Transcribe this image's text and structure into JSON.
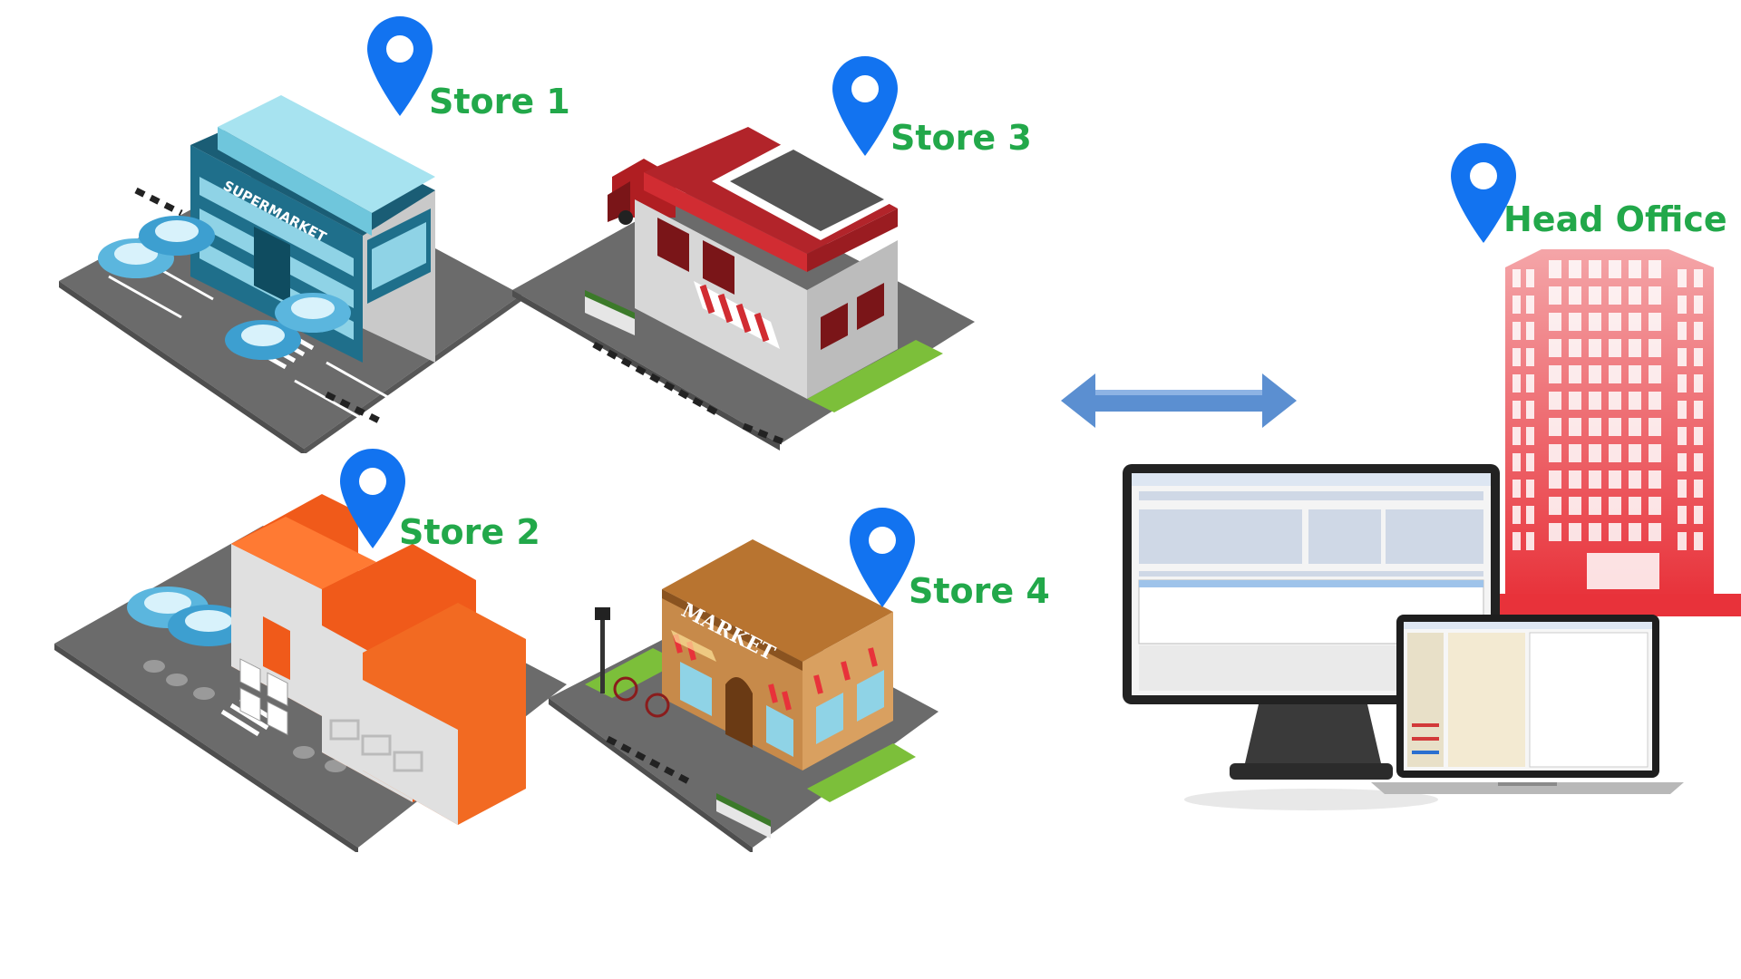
{
  "stores": [
    {
      "label": "Store 1",
      "sign": "SUPERMARKET"
    },
    {
      "label": "Store 2"
    },
    {
      "label": "Store 3"
    },
    {
      "label": "Store 4",
      "sign": "MARKET"
    }
  ],
  "head_office": {
    "label": "Head Office"
  },
  "colors": {
    "label_green": "#22a84a",
    "pin_blue": "#1273f0",
    "arrow_blue": "#5b8fd1",
    "ground": "#6b6b6b",
    "office_red": "#e8323a"
  },
  "icons": [
    "location-pin-icon",
    "double-arrow-icon",
    "monitor-icon",
    "laptop-icon"
  ]
}
